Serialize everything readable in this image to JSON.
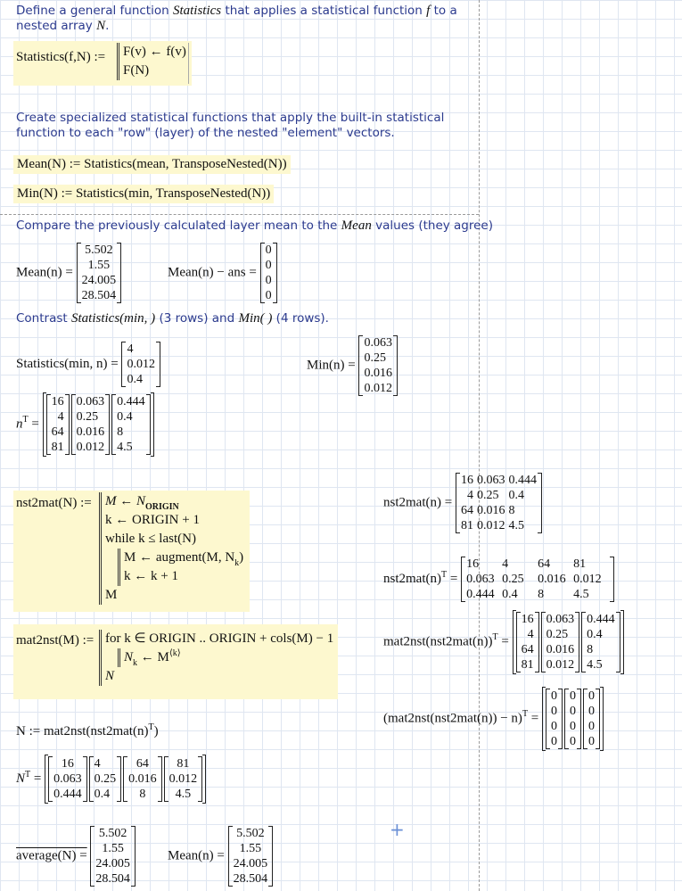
{
  "text": {
    "intro_1": "Define a general function",
    "intro_fn": "Statistics",
    "intro_2": "that applies a statistical function",
    "intro_f": "f",
    "intro_3": "to a nested array",
    "intro_N": "N",
    "intro_4": ".",
    "special": "Create specialized statistical functions that apply the built-in statistical function to each \"row\" (layer) of the nested \"element\" vectors.",
    "compare_1": "Compare the previously calculated layer mean to the",
    "compare_mean": "Mean",
    "compare_2": "values (they agree)",
    "contrast_1": "Contrast",
    "contrast_fn": "Statistics",
    "contrast_arg": "(min, )",
    "contrast_2": "(3 rows) and",
    "contrast_min": "Min",
    "contrast_arg2": "( )",
    "contrast_3": "(4 rows)."
  },
  "defs": {
    "stat_lhs": "Statistics(f,N) :=",
    "stat_l1": "F(v) ← f(v)",
    "stat_l2": "F(N)",
    "mean_def": "Mean(N) := Statistics(mean, TransposeNested(N))",
    "min_def": "Min(N) := Statistics(min, TransposeNested(N))",
    "nst_lhs": "nst2mat(N) :=",
    "nst_l1a": "M ← N",
    "nst_l1s": "ORIGIN",
    "nst_l2": "k ← ORIGIN + 1",
    "nst_l3": "while k ≤ last(N)",
    "nst_l4a": "M ← augment(M, N",
    "nst_l4s": "k",
    "nst_l4b": ")",
    "nst_l5": "k ← k + 1",
    "nst_l6": "M",
    "mat_lhs": "mat2nst(M) :=",
    "mat_l1": "for k ∈ ORIGIN .. ORIGIN + cols(M) − 1",
    "mat_l2a": "N",
    "mat_l2s": "k",
    "mat_l2b": "← M",
    "mat_l2p": "⟨k⟩",
    "mat_l3": "N",
    "N_def": "N := mat2nst(nst2mat(n)",
    "N_def_sup": "T",
    "N_def_end": ")"
  },
  "evals": {
    "mean_n": "Mean(n) =",
    "mean_n_vals": [
      "5.502",
      "1.55",
      "24.005",
      "28.504"
    ],
    "mean_minus": "Mean(n) − ans =",
    "mean_minus_vals": [
      "0",
      "0",
      "0",
      "0"
    ],
    "stat_min": "Statistics(min, n) =",
    "stat_min_vals": [
      "4",
      "0.012",
      "0.4"
    ],
    "min_n": "Min(n) =",
    "min_n_vals": [
      "0.063",
      "0.25",
      "0.016",
      "0.012"
    ],
    "nT": "n",
    "nT_sup": "T",
    "nT_eq": "=",
    "nT_vals": [
      [
        "16",
        "4",
        "64",
        "81"
      ],
      [
        "0.063",
        "0.25",
        "0.016",
        "0.012"
      ],
      [
        "0.444",
        "0.4",
        "8",
        "4.5"
      ]
    ],
    "nst_n": "nst2mat(n) =",
    "nst_n_cols": [
      [
        "16",
        "4",
        "64",
        "81"
      ],
      [
        "0.063",
        "0.25",
        "0.016",
        "0.012"
      ],
      [
        "0.444",
        "0.4",
        "8",
        "4.5"
      ]
    ],
    "nst_nT": "nst2mat(n)",
    "nst_nT_sup": "T",
    "nst_nT_eq": "=",
    "nst_nT_rows": [
      [
        "16",
        "4",
        "64",
        "81"
      ],
      [
        "0.063",
        "0.25",
        "0.016",
        "0.012"
      ],
      [
        "0.444",
        "0.4",
        "8",
        "4.5"
      ]
    ],
    "mat2nst": "mat2nst(nst2mat(n))",
    "mat2nst_sup": "T",
    "mat2nst_eq": "=",
    "mat2nst_vals": [
      [
        "16",
        "4",
        "64",
        "81"
      ],
      [
        "0.063",
        "0.25",
        "0.016",
        "0.012"
      ],
      [
        "0.444",
        "0.4",
        "8",
        "4.5"
      ]
    ],
    "diff": "(mat2nst(nst2mat(n)) − n)",
    "diff_sup": "T",
    "diff_eq": "=",
    "diff_vals": [
      [
        "0",
        "0",
        "0",
        "0"
      ],
      [
        "0",
        "0",
        "0",
        "0"
      ],
      [
        "0",
        "0",
        "0",
        "0"
      ]
    ],
    "NT": "N",
    "NT_sup": "T",
    "NT_eq": "=",
    "NT_vals": [
      [
        "16",
        "0.063",
        "0.444"
      ],
      [
        "4",
        "0.25",
        "0.4"
      ],
      [
        "64",
        "0.016",
        "8"
      ],
      [
        "81",
        "0.012",
        "4.5"
      ]
    ],
    "avg": "average(N) =",
    "avg_vals": [
      "5.502",
      "1.55",
      "24.005",
      "28.504"
    ],
    "mean_n2": "Mean(n) =",
    "mean_n2_vals": [
      "5.502",
      "1.55",
      "24.005",
      "28.504"
    ]
  },
  "cursor": "+"
}
